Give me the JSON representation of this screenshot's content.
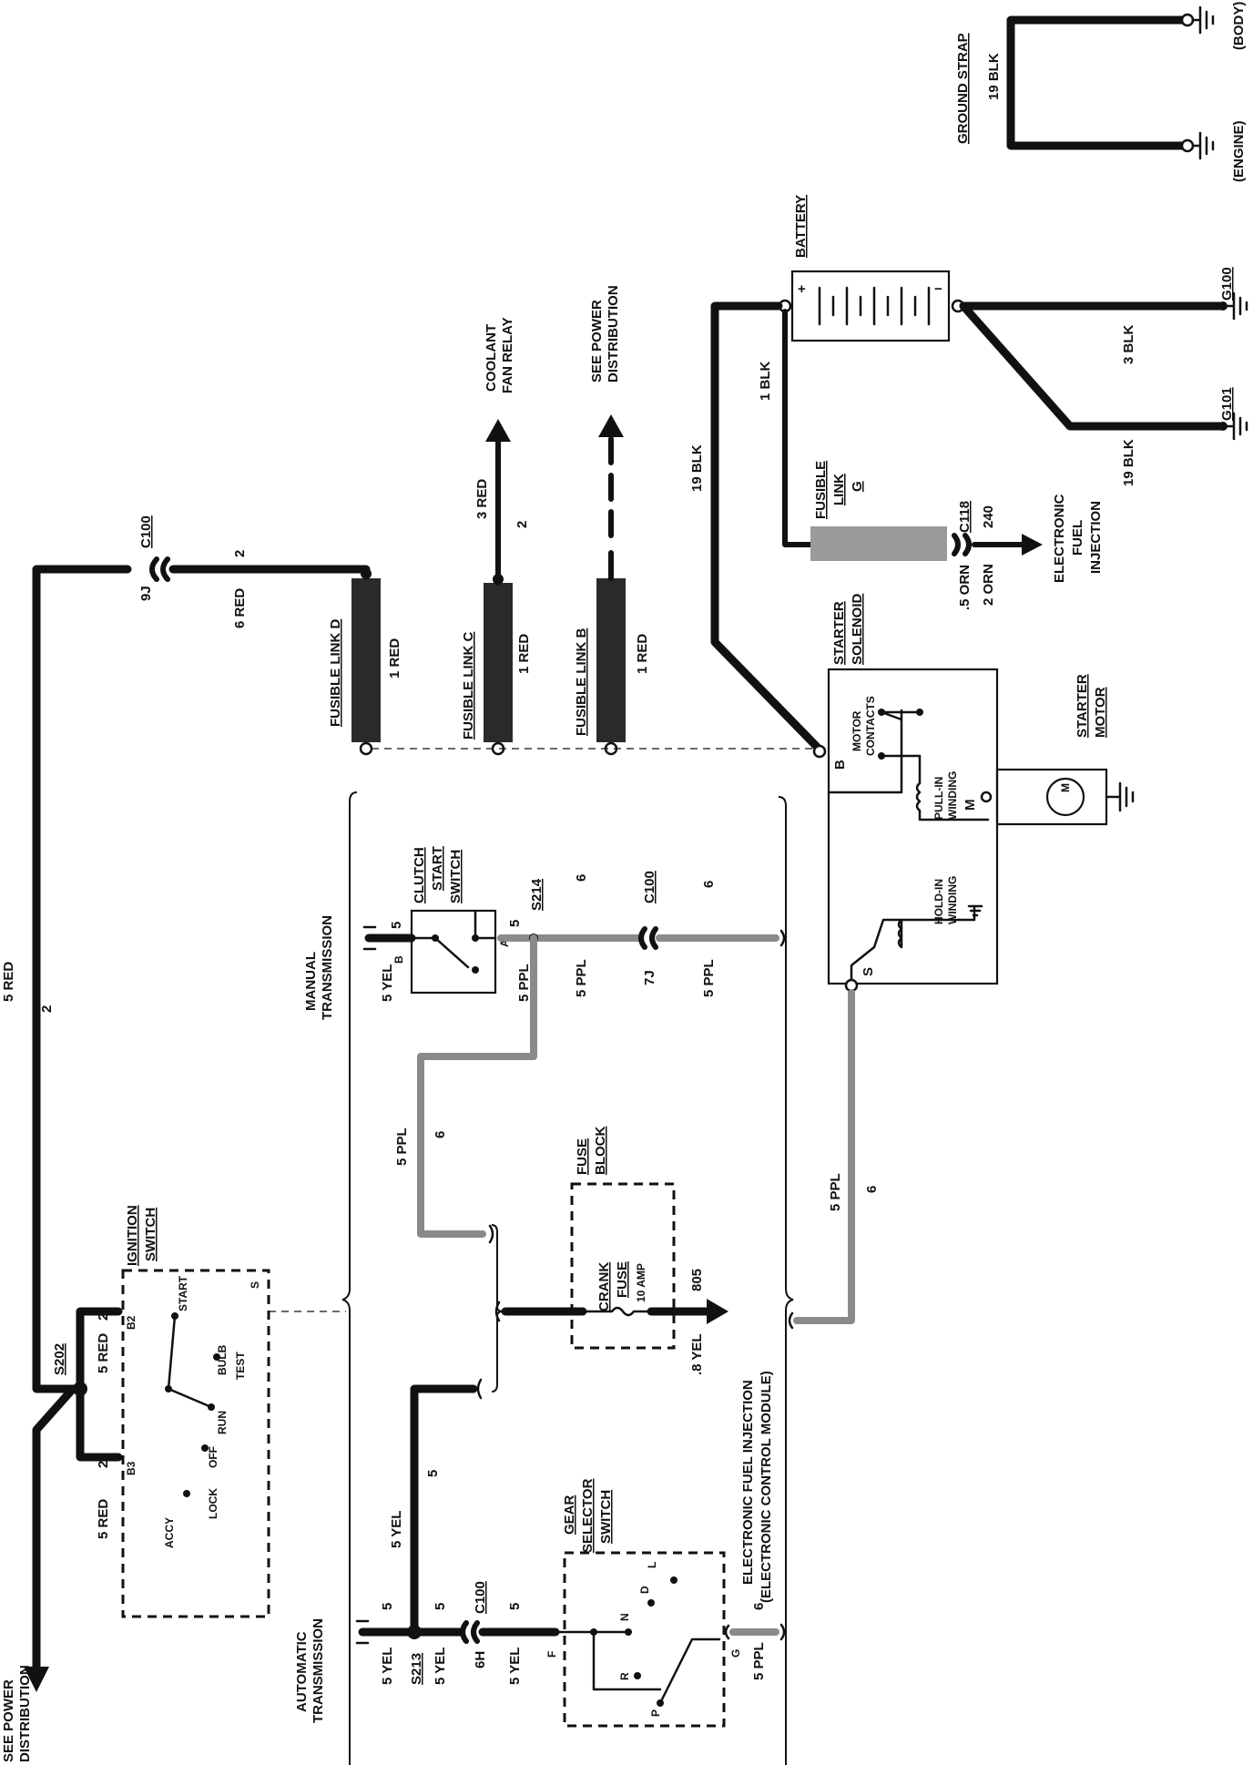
{
  "diagram": {
    "ground_strap": {
      "title": "GROUND STRAP",
      "wire": "19 BLK",
      "end_body": "(BODY)",
      "end_engine": "(ENGINE)"
    },
    "battery": {
      "title": "BATTERY",
      "plus": "+",
      "minus": "−"
    },
    "grounds": {
      "g100": "G100",
      "g101": "G101",
      "wire_3blk": "3 BLK",
      "wire_19blk": "19 BLK"
    },
    "battery_cable": {
      "gauge": "19 BLK"
    },
    "fusible_link_g": {
      "line1": "FUSIBLE",
      "line2": "LINK",
      "line3": "G",
      "gauge": "1 BLK"
    },
    "efi_feed": {
      "connector": "C118",
      "circuit": "240",
      "wire1": ".5 ORN",
      "wire2": "2 ORN",
      "dest1": "ELECTRONIC",
      "dest2": "FUEL",
      "dest3": "INJECTION"
    },
    "see_power_distribution_top": {
      "line1": "SEE POWER",
      "line2": "DISTRIBUTION"
    },
    "coolant_fan_relay": {
      "line1": "COOLANT",
      "line2": "FAN RELAY",
      "wire": "3 RED",
      "circuit": "2"
    },
    "fusible_links": {
      "b": {
        "label": "FUSIBLE LINK B",
        "wire": "1 RED"
      },
      "c": {
        "label": "FUSIBLE LINK C",
        "wire": "1 RED"
      },
      "d": {
        "label": "FUSIBLE LINK D",
        "wire": "1 RED"
      }
    },
    "c100_top": {
      "connector": "C100",
      "pin": "9J",
      "circuit": "2",
      "wire": "6 RED"
    },
    "main_feed": {
      "wire": "5 RED",
      "circuit": "2"
    },
    "starter_solenoid": {
      "title1": "STARTER",
      "title2": "SOLENOID",
      "motor_contacts1": "MOTOR",
      "motor_contacts2": "CONTACTS",
      "pull_in1": "PULL-IN",
      "pull_in2": "WINDING",
      "hold_in1": "HOLD-IN",
      "hold_in2": "WINDING",
      "term_b": "B",
      "term_m": "M",
      "term_s": "S"
    },
    "starter_motor": {
      "title1": "STARTER",
      "title2": "MOTOR",
      "symbol": "M"
    },
    "manual_transmission": {
      "line1": "MANUAL",
      "line2": "TRANSMISSION"
    },
    "automatic_transmission": {
      "line1": "AUTOMATIC",
      "line2": "TRANSMISSION"
    },
    "clutch_switch": {
      "title1": "CLUTCH",
      "title2": "START",
      "title3": "SWITCH",
      "pin_a": "A",
      "pin_b": "B",
      "wire_in": "5 YEL",
      "circuit_in": "5",
      "wire_out": "5 PPL",
      "circuit_out": "5"
    },
    "s214": {
      "label": "S214",
      "wire": "5 PPL",
      "circuit": "6"
    },
    "c100_mid": {
      "connector": "C100",
      "pin": "7J",
      "wire": "5 PPL",
      "circuit": "6"
    },
    "ppl_loop": {
      "wire": "5 PPL",
      "circuit": "6"
    },
    "ppl_solenoid": {
      "wire": "5 PPL",
      "circuit": "6"
    },
    "fuse_block": {
      "title1": "FUSE",
      "title2": "BLOCK",
      "fuse1": "CRANK",
      "fuse2": "FUSE",
      "fuse3": "10 AMP",
      "circuit": "805",
      "wire": ".8 YEL"
    },
    "efi_ecm": {
      "line1": "ELECTRONIC FUEL INJECTION",
      "line2": "(ELECTRONIC CONTROL MODULE)"
    },
    "ignition_switch": {
      "title1": "IGNITION",
      "title2": "SWITCH",
      "b2": "B2",
      "b3": "B3",
      "start": "START",
      "bulb": "BULB",
      "test": "TEST",
      "run": "RUN",
      "off": "OFF",
      "lock": "LOCK",
      "accy": "ACCY",
      "s": "S"
    },
    "s202": {
      "label": "S202",
      "wire_a": "5 RED",
      "circuit_a": "2",
      "wire_b": "5 RED",
      "circuit_b": "2"
    },
    "see_power_distribution_bottom": {
      "line1": "SEE POWER",
      "line2": "DISTRIBUTION"
    },
    "yel_feed": {
      "wire": "5 YEL",
      "circuit": "5"
    },
    "s213": {
      "label": "S213",
      "wire": "5 YEL",
      "circuit": "5"
    },
    "c100_low": {
      "connector": "C100",
      "pin": "6H",
      "wire_a": "5 YEL",
      "circuit_a": "5",
      "wire_b": "5 YEL",
      "circuit_b": "5"
    },
    "gear_selector": {
      "title1": "GEAR",
      "title2": "SELECTOR",
      "title3": "SWITCH",
      "pin_f": "F",
      "pin_g": "G",
      "p": "P",
      "r": "R",
      "n": "N",
      "d": "D",
      "l": "L",
      "wire_out": "5 PPL",
      "circuit_out": "6"
    },
    "auto_in": {
      "wire": "5 YEL",
      "circuit": "5"
    }
  }
}
